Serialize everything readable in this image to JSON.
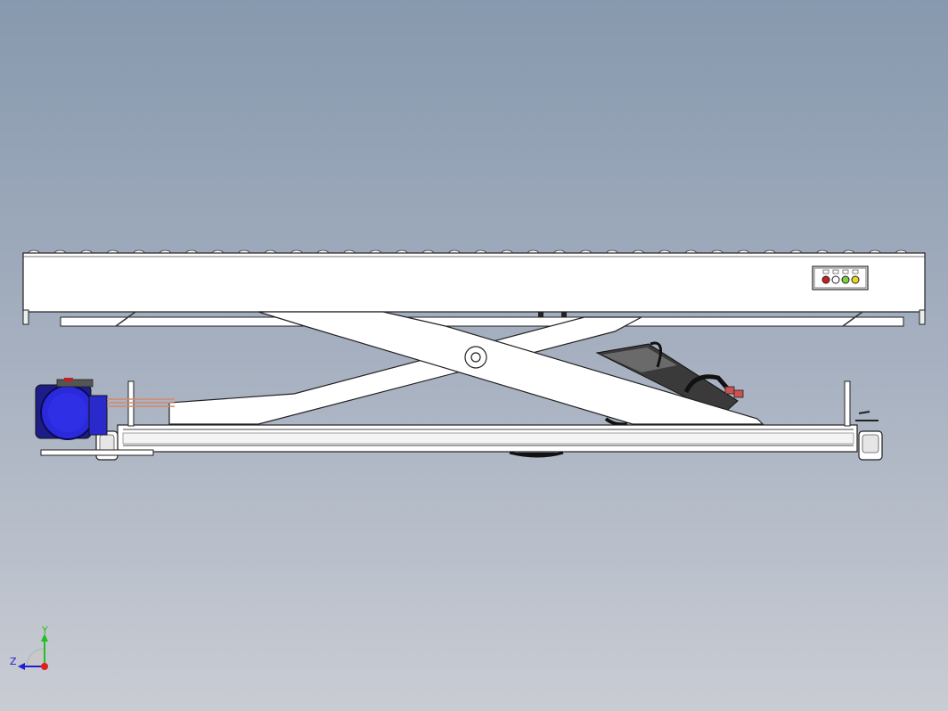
{
  "viewport": {
    "background_top": "#8799ae",
    "background_bottom": "#c9ccd3"
  },
  "model": {
    "name": "scissor-lift-table-with-roller-conveyor",
    "motor_color": "#2a2adc",
    "hose_color": "#1a1a1a",
    "wire_color": "#d08a6a",
    "panel_buttons": [
      {
        "color": "#c81e1e",
        "icon": "stop-button-icon"
      },
      {
        "color": "#ffffff",
        "icon": "white-button-icon"
      },
      {
        "color": "#7ed040",
        "icon": "green-button-icon"
      },
      {
        "color": "#e8d820",
        "icon": "yellow-button-icon"
      }
    ]
  },
  "triad": {
    "y_label": "Y",
    "z_label": "Z",
    "y_color": "#22c022",
    "z_color": "#2020d0",
    "x_color": "#e02020"
  }
}
